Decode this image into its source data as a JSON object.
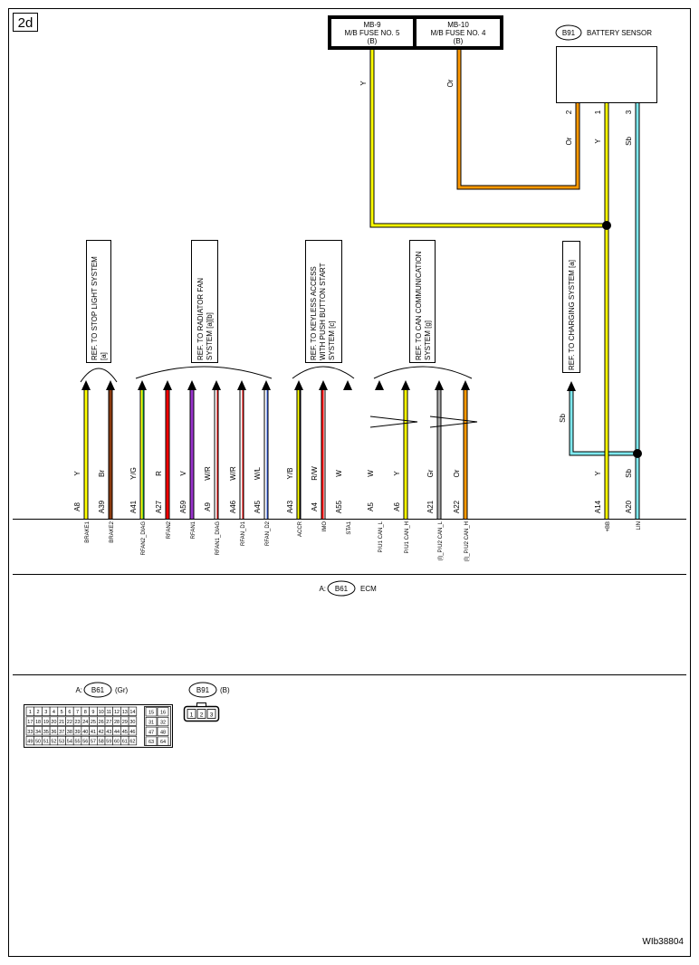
{
  "page_id": "2d",
  "figure_code": "WIb38804",
  "fuses": [
    {
      "line1": "MB-9",
      "line2": "M/B FUSE NO. 5",
      "line3": "(B)"
    },
    {
      "line1": "MB-10",
      "line2": "M/B FUSE NO. 4",
      "line3": "(B)"
    }
  ],
  "fuse_wire_colors": [
    "Y",
    "Or"
  ],
  "battery_sensor": {
    "connector": "B91",
    "title": "BATTERY SENSOR",
    "pins": [
      "2",
      "1",
      "3"
    ],
    "pin_wire_colors": [
      "Or",
      "Y",
      "Sb"
    ]
  },
  "references": [
    {
      "lines": [
        "REF. TO STOP LIGHT SYSTEM",
        "[a]"
      ]
    },
    {
      "lines": [
        "REF. TO RADIATOR FAN",
        "SYSTEM [a][b]"
      ]
    },
    {
      "lines": [
        "REF. TO KEYLESS ACCESS",
        "WITH PUSH BUTTON START",
        "SYSTEM [c]"
      ]
    },
    {
      "lines": [
        "REF. TO CAN COMMUNICATION",
        "SYSTEM [g]"
      ]
    },
    {
      "lines": [
        "REF. TO CHARGING SYSTEM [a]"
      ]
    }
  ],
  "charging_ref_wire_color": "Sb",
  "ecm_pins": [
    {
      "color": "Y",
      "pin": "A8",
      "signal": "BRAKE1"
    },
    {
      "color": "Br",
      "pin": "A39",
      "signal": "BRAKE2"
    },
    {
      "color": "Y/G",
      "pin": "A41",
      "signal": "RFAN2_DIAG"
    },
    {
      "color": "R",
      "pin": "A27",
      "signal": "RFAN2"
    },
    {
      "color": "V",
      "pin": "A59",
      "signal": "RFAN1"
    },
    {
      "color": "W/R",
      "pin": "A9",
      "signal": "RFAN1_DIAG"
    },
    {
      "color": "W/R",
      "pin": "A46",
      "signal": "RFAN_D1"
    },
    {
      "color": "W/L",
      "pin": "A45",
      "signal": "RFAN_D2"
    },
    {
      "color": "Y/B",
      "pin": "A43",
      "signal": "ACCR"
    },
    {
      "color": "R/W",
      "pin": "A4",
      "signal": "IMO"
    },
    {
      "color": "W",
      "pin": "A55",
      "signal": "STA1"
    },
    {
      "color": "W",
      "pin": "A5",
      "signal": "P/U1 CAN_L"
    },
    {
      "color": "Y",
      "pin": "A6",
      "signal": "P/U1 CAN_H"
    },
    {
      "color": "Gr",
      "pin": "A21",
      "signal": "(I)_P/U2 CAN_L"
    },
    {
      "color": "Or",
      "pin": "A22",
      "signal": "(I)_P/U2 CAN_H"
    },
    {
      "color": "Y",
      "pin": "A14",
      "signal": "+BB"
    },
    {
      "color": "Sb",
      "pin": "A20",
      "signal": "LIN"
    }
  ],
  "ecm": {
    "prefix": "A:",
    "connector": "B61",
    "name": "ECM"
  },
  "connector_views": [
    {
      "prefix": "A:",
      "connector": "B61",
      "color": "(Gr)"
    },
    {
      "prefix": "",
      "connector": "B91",
      "color": "(B)"
    }
  ],
  "b61_main_rows": [
    [
      "1",
      "2",
      "3",
      "4",
      "5",
      "6",
      "7",
      "8",
      "9",
      "10",
      "11",
      "12",
      "13",
      "14"
    ],
    [
      "17",
      "18",
      "19",
      "20",
      "21",
      "22",
      "23",
      "24",
      "25",
      "26",
      "27",
      "28",
      "29",
      "30"
    ],
    [
      "33",
      "34",
      "35",
      "36",
      "37",
      "38",
      "39",
      "40",
      "41",
      "42",
      "43",
      "44",
      "45",
      "46"
    ],
    [
      "49",
      "50",
      "51",
      "52",
      "53",
      "54",
      "55",
      "56",
      "57",
      "58",
      "59",
      "60",
      "61",
      "62"
    ]
  ],
  "b61_side_rows": [
    [
      "15",
      "16"
    ],
    [
      "31",
      "32"
    ],
    [
      "47",
      "48"
    ],
    [
      "63",
      "64"
    ]
  ],
  "b91_pins": [
    "1",
    "2",
    "3"
  ],
  "wire_hex": {
    "Y": "#ffff00",
    "Or": "#ff9900",
    "Sb": "#7ee8ee",
    "Br": "#8b3a0f",
    "R": "#ff0000",
    "V": "#9933cc",
    "G": "#00a651",
    "W": "#ffffff",
    "B": "#000000",
    "L": "#3366ff",
    "Gr": "#aaaaaa"
  }
}
